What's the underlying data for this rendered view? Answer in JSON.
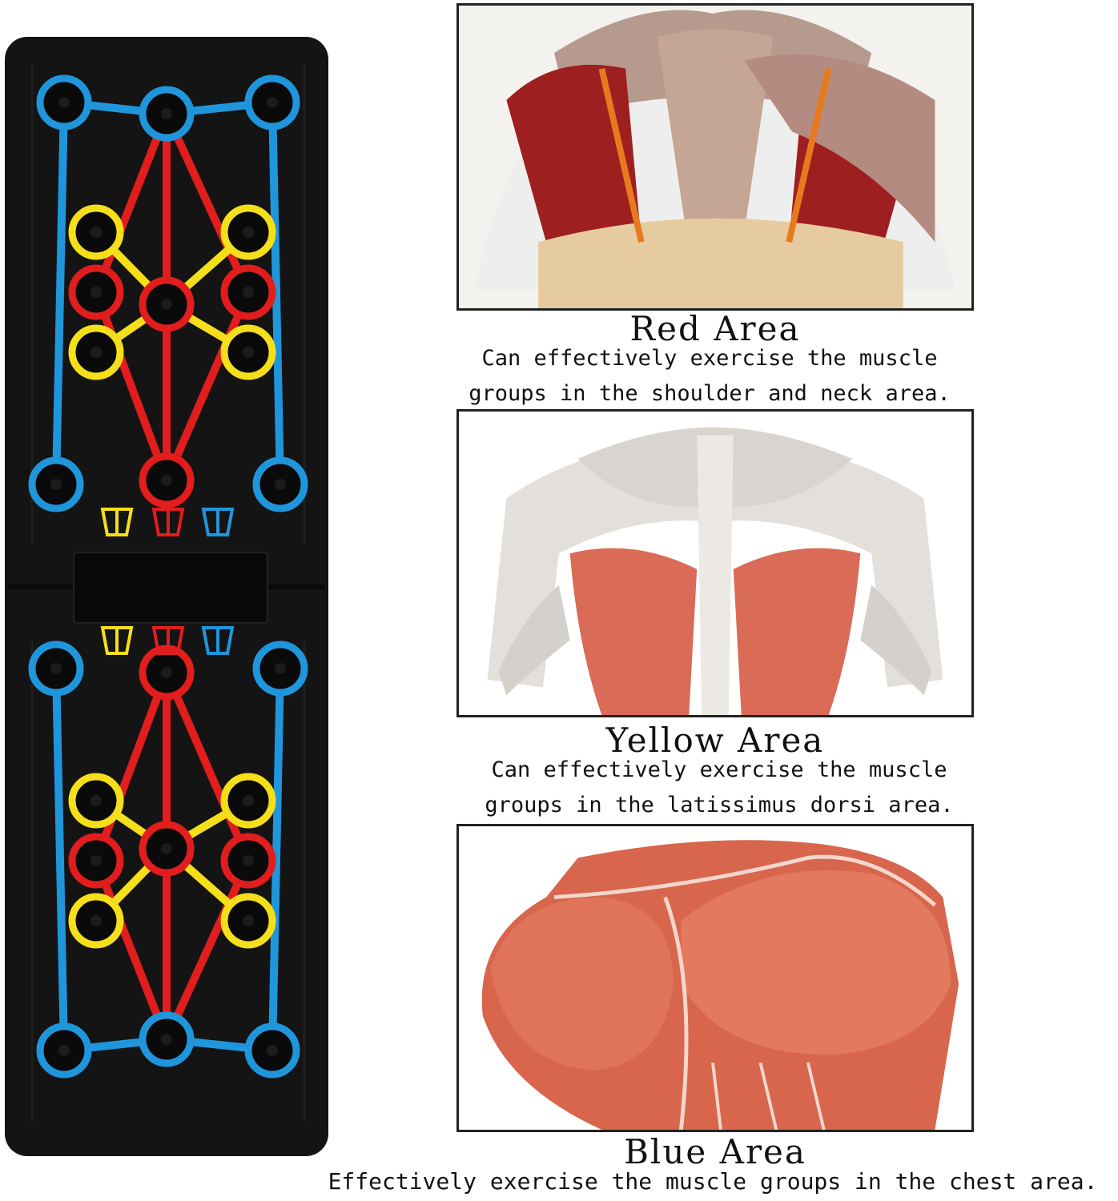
{
  "colors": {
    "red": "#e11d1d",
    "yellow": "#f4df1a",
    "blue": "#1f96dc",
    "board": "#141414"
  },
  "board": {
    "icons": [
      "yellow-torso-icon",
      "red-back-icon",
      "blue-chest-icon"
    ]
  },
  "areas": [
    {
      "title": "Red Area",
      "desc_line1": "Can effectively exercise the muscle",
      "desc_line2": "groups in the shoulder and neck area."
    },
    {
      "title": "Yellow Area",
      "desc_line1": "Can effectively exercise the muscle",
      "desc_line2": "groups in the latissimus dorsi area."
    },
    {
      "title": "Blue Area",
      "desc_line1": "Effectively exercise the muscle groups in the chest area."
    }
  ]
}
